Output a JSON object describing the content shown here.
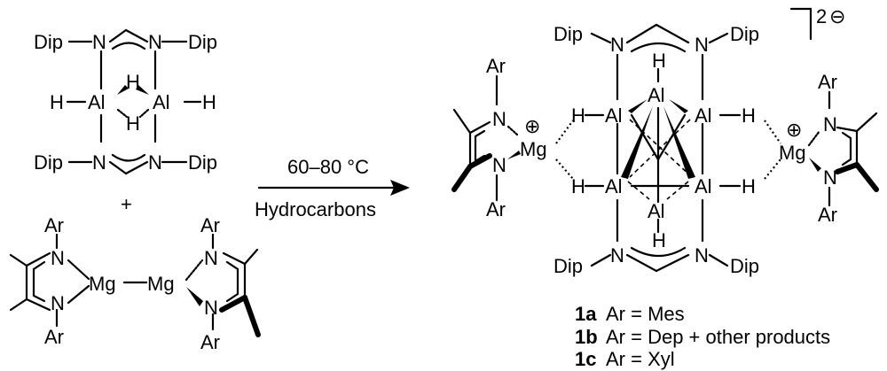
{
  "atoms": {
    "dip": "Dip",
    "n": "N",
    "al": "Al",
    "h": "H",
    "mg": "Mg",
    "ar": "Ar"
  },
  "plus": "+",
  "conditions": {
    "temperature": "60–80 °C",
    "solvent": "Hydrocarbons"
  },
  "charge": {
    "number": "2",
    "sign": "⊖"
  },
  "cation_charge": "⊕",
  "products": [
    {
      "id": "1a",
      "text": "Ar = Mes"
    },
    {
      "id": "1b",
      "text": "Ar = Dep + other products"
    },
    {
      "id": "1c",
      "text": "Ar = Xyl"
    }
  ]
}
